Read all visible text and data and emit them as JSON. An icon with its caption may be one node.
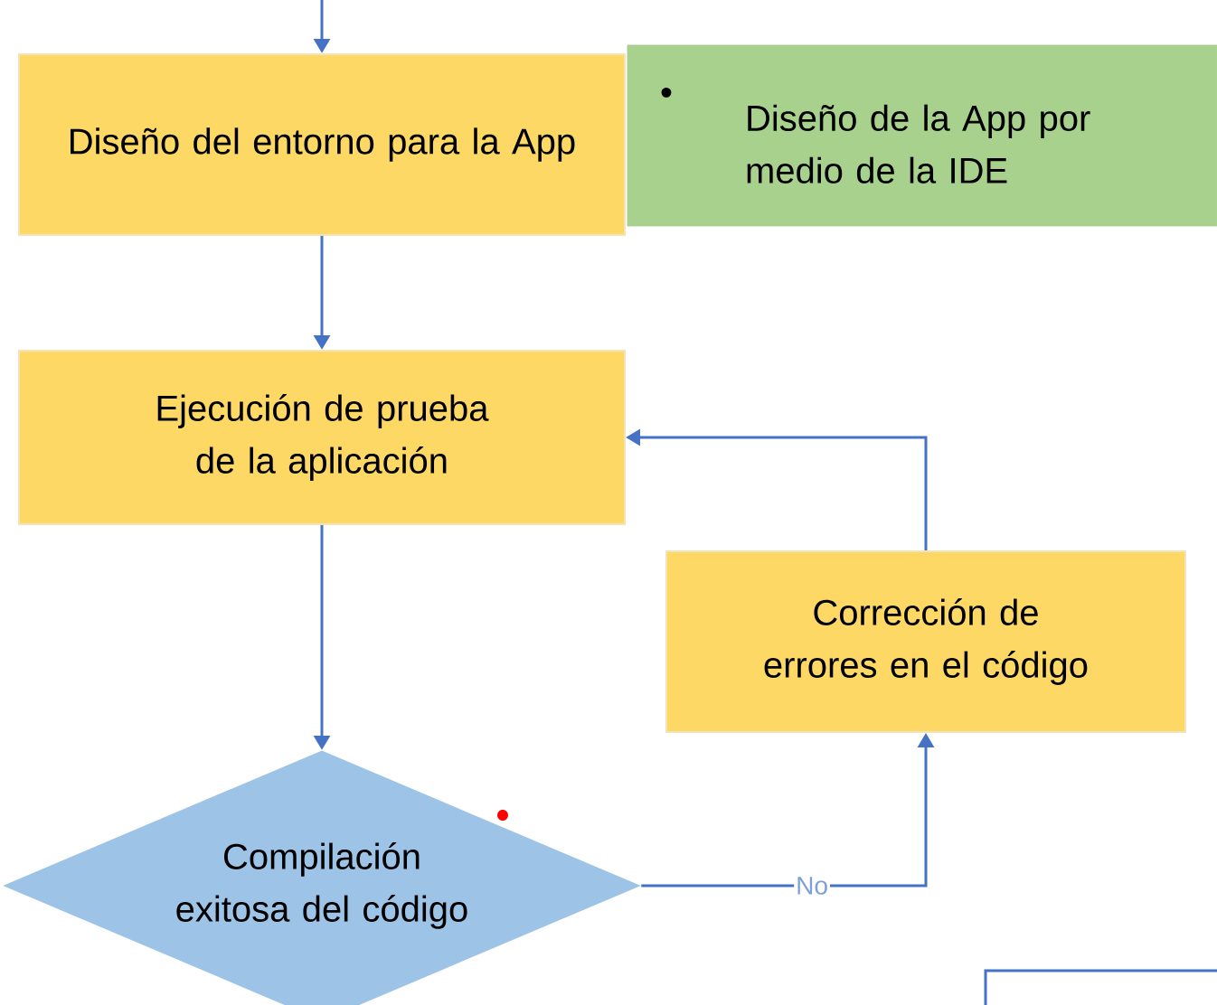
{
  "diagram": {
    "nodes": [
      {
        "text": [
          "Diseño del entorno para la App"
        ]
      },
      {
        "text": [
          "•",
          "Diseño de la App por medio de la IDE"
        ]
      },
      {
        "text": [
          "Ejecución de  prueba de la aplicación"
        ]
      },
      {
        "text": [
          "Corrección de errores en el código"
        ]
      },
      {
        "text": [
          "Compilación exitosa del código"
        ]
      },
      {
        "text": [],
        "shape": "box"
      }
    ],
    "edges": [
      {
        "from": null,
        "to": 0,
        "arrow": "to"
      },
      {
        "from": 0,
        "to": 2,
        "arrow": "to"
      },
      {
        "from": 2,
        "to": 4,
        "arrow": "to"
      },
      {
        "from": 4,
        "to": 3,
        "arrow": "to",
        "label": "No"
      },
      {
        "from": 3,
        "to": 2,
        "arrow": "to"
      }
    ]
  }
}
